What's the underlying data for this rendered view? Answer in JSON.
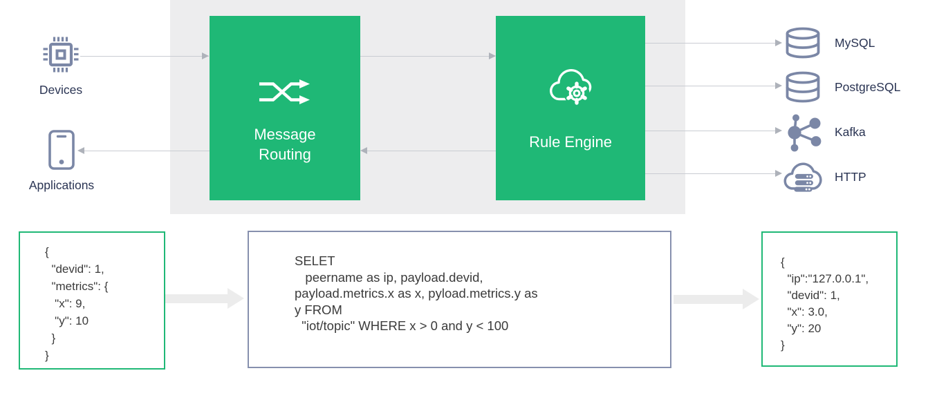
{
  "pipeline": {
    "sources": [
      {
        "label": "Devices",
        "icon": "chip-icon"
      },
      {
        "label": "Applications",
        "icon": "smartphone-icon"
      }
    ],
    "stages": [
      {
        "label": "Message Routing",
        "icon": "shuffle-icon"
      },
      {
        "label": "Rule Engine",
        "icon": "cloud-gear-icon"
      }
    ],
    "sinks": [
      {
        "label": "MySQL",
        "icon": "database-icon"
      },
      {
        "label": "PostgreSQL",
        "icon": "database-icon"
      },
      {
        "label": "Kafka",
        "icon": "kafka-network-icon"
      },
      {
        "label": "HTTP",
        "icon": "http-cloud-icon"
      }
    ]
  },
  "code": {
    "input_json": "{\n  \"devid\": 1,\n  \"metrics\": {\n   \"x\": 9,\n   \"y\": 10\n  }\n}",
    "rule_sql": "SELET\n   peername as ip, payload.devid,\npayload.metrics.x as x, pyload.metrics.y as\ny FROM\n  \"iot/topic\" WHERE x > 0 and y < 100",
    "output_json": "{\n  \"ip\":\"127.0.0.1\",\n  \"devid\": 1,\n  \"x\": 3.0,\n  \"y\": 20\n}"
  },
  "colors": {
    "accent_green": "#1FB876",
    "panel_gray": "#EDEDEE",
    "icon_slate": "#7B87A6",
    "label_navy": "#2A3453",
    "code_text": "#3B3B3B",
    "sql_box_border": "#8690AE",
    "thin_line": "#C9CCD2",
    "arrowhead_gray": "#AEB2BA",
    "thick_arrow": "#ECECEC"
  }
}
